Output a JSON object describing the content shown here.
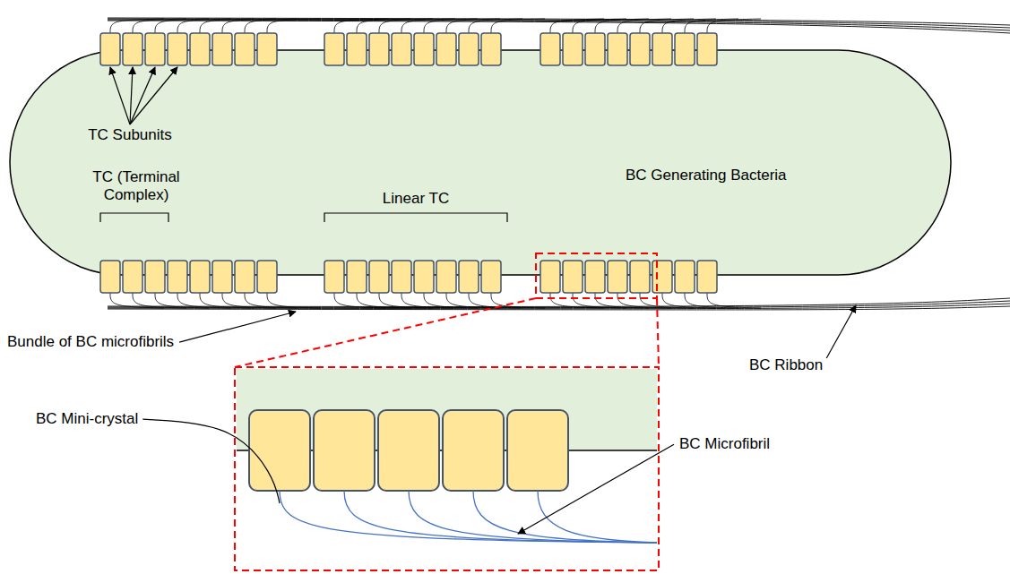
{
  "diagram": {
    "nodes": [
      {
        "text": [
          "BC Generating Bacteria"
        ]
      }
    ],
    "labels": [
      "TC Subunits",
      "TC (Terminal Complex)",
      "Linear TC",
      "Bundle of BC microfibrils",
      "BC Ribbon",
      "BC Mini-crystal",
      "BC Microfibril"
    ]
  }
}
